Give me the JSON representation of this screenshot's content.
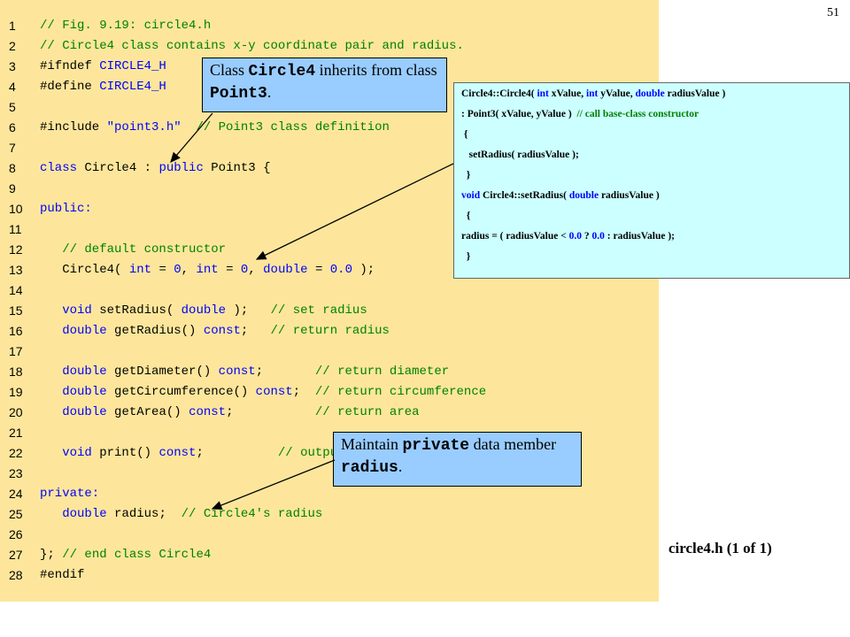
{
  "slide_number": "51",
  "file_label": "circle4.h  (1 of 1)",
  "code_lines": [
    {
      "n": "1",
      "parts": [
        {
          "t": "// Fig. 9.19: circle4.h",
          "c": "cm"
        }
      ]
    },
    {
      "n": "2",
      "parts": [
        {
          "t": "// Circle4 class contains x-y coordinate pair and radius.",
          "c": "cm"
        }
      ]
    },
    {
      "n": "3",
      "parts": [
        {
          "t": "#ifndef ",
          "c": "pp"
        },
        {
          "t": "CIRCLE4_H",
          "c": "kw"
        }
      ]
    },
    {
      "n": "4",
      "parts": [
        {
          "t": "#define ",
          "c": "pp"
        },
        {
          "t": "CIRCLE4_H",
          "c": "kw"
        }
      ]
    },
    {
      "n": "5",
      "parts": []
    },
    {
      "n": "6",
      "parts": [
        {
          "t": "#include ",
          "c": "pp"
        },
        {
          "t": "\"point3.h\"",
          "c": "str"
        },
        {
          "t": "  ",
          "c": "pp"
        },
        {
          "t": "// Point3 class definition",
          "c": "cm"
        }
      ]
    },
    {
      "n": "7",
      "parts": []
    },
    {
      "n": "8",
      "parts": [
        {
          "t": "class ",
          "c": "kw"
        },
        {
          "t": "Circle4 : ",
          "c": "pp"
        },
        {
          "t": "public",
          "c": "kw"
        },
        {
          "t": " Point3 {",
          "c": "pp"
        }
      ]
    },
    {
      "n": "9",
      "parts": []
    },
    {
      "n": "10",
      "parts": [
        {
          "t": "public:",
          "c": "kw"
        }
      ]
    },
    {
      "n": "11",
      "parts": []
    },
    {
      "n": "12",
      "parts": [
        {
          "t": "   // default constructor",
          "c": "cm"
        }
      ]
    },
    {
      "n": "13",
      "parts": [
        {
          "t": "   Circle4( ",
          "c": "pp"
        },
        {
          "t": "int",
          "c": "kw"
        },
        {
          "t": " = ",
          "c": "pp"
        },
        {
          "t": "0",
          "c": "kw"
        },
        {
          "t": ", ",
          "c": "pp"
        },
        {
          "t": "int",
          "c": "kw"
        },
        {
          "t": " = ",
          "c": "pp"
        },
        {
          "t": "0",
          "c": "kw"
        },
        {
          "t": ", ",
          "c": "pp"
        },
        {
          "t": "double",
          "c": "kw"
        },
        {
          "t": " = ",
          "c": "pp"
        },
        {
          "t": "0.0",
          "c": "kw"
        },
        {
          "t": " );",
          "c": "pp"
        }
      ]
    },
    {
      "n": "14",
      "parts": []
    },
    {
      "n": "15",
      "parts": [
        {
          "t": "   ",
          "c": "pp"
        },
        {
          "t": "void",
          "c": "kw"
        },
        {
          "t": " setRadius( ",
          "c": "pp"
        },
        {
          "t": "double",
          "c": "kw"
        },
        {
          "t": " );   ",
          "c": "pp"
        },
        {
          "t": "// set radius",
          "c": "cm"
        }
      ]
    },
    {
      "n": "16",
      "parts": [
        {
          "t": "   ",
          "c": "pp"
        },
        {
          "t": "double",
          "c": "kw"
        },
        {
          "t": " getRadius() ",
          "c": "pp"
        },
        {
          "t": "const",
          "c": "kw"
        },
        {
          "t": ";   ",
          "c": "pp"
        },
        {
          "t": "// return radius",
          "c": "cm"
        }
      ]
    },
    {
      "n": "17",
      "parts": []
    },
    {
      "n": "18",
      "parts": [
        {
          "t": "   ",
          "c": "pp"
        },
        {
          "t": "double",
          "c": "kw"
        },
        {
          "t": " getDiameter() ",
          "c": "pp"
        },
        {
          "t": "const",
          "c": "kw"
        },
        {
          "t": ";       ",
          "c": "pp"
        },
        {
          "t": "// return diameter",
          "c": "cm"
        }
      ]
    },
    {
      "n": "19",
      "parts": [
        {
          "t": "   ",
          "c": "pp"
        },
        {
          "t": "double",
          "c": "kw"
        },
        {
          "t": " getCircumference() ",
          "c": "pp"
        },
        {
          "t": "const",
          "c": "kw"
        },
        {
          "t": ";  ",
          "c": "pp"
        },
        {
          "t": "// return circumference",
          "c": "cm"
        }
      ]
    },
    {
      "n": "20",
      "parts": [
        {
          "t": "   ",
          "c": "pp"
        },
        {
          "t": "double",
          "c": "kw"
        },
        {
          "t": " getArea() ",
          "c": "pp"
        },
        {
          "t": "const",
          "c": "kw"
        },
        {
          "t": ";           ",
          "c": "pp"
        },
        {
          "t": "// return area",
          "c": "cm"
        }
      ]
    },
    {
      "n": "21",
      "parts": []
    },
    {
      "n": "22",
      "parts": [
        {
          "t": "   ",
          "c": "pp"
        },
        {
          "t": "void",
          "c": "kw"
        },
        {
          "t": " print() ",
          "c": "pp"
        },
        {
          "t": "const",
          "c": "kw"
        },
        {
          "t": ";          ",
          "c": "pp"
        },
        {
          "t": "// output Circle4 object",
          "c": "cm"
        }
      ]
    },
    {
      "n": "23",
      "parts": []
    },
    {
      "n": "24",
      "parts": [
        {
          "t": "private:",
          "c": "kw"
        }
      ]
    },
    {
      "n": "25",
      "parts": [
        {
          "t": "   ",
          "c": "pp"
        },
        {
          "t": "double",
          "c": "kw"
        },
        {
          "t": " radius;  ",
          "c": "pp"
        },
        {
          "t": "// Circle4's radius",
          "c": "cm"
        }
      ]
    },
    {
      "n": "26",
      "parts": []
    },
    {
      "n": "27",
      "parts": [
        {
          "t": "}; ",
          "c": "pp"
        },
        {
          "t": "// end class Circle4",
          "c": "cm"
        }
      ]
    },
    {
      "n": "28",
      "parts": [
        {
          "t": "#endif",
          "c": "pp"
        }
      ]
    }
  ],
  "callout_inherits": {
    "pre": "Class ",
    "code1": "Circle4",
    "mid": " inherits from class ",
    "code2": "Point3",
    "post": "."
  },
  "callout_private": {
    "pre": "Maintain ",
    "code1": "private",
    "mid": " data member ",
    "code2": "radius",
    "post": "."
  },
  "ctor_box_lines": [
    [
      {
        "t": "Circle4::Circle4( ",
        "c": ""
      },
      {
        "t": "int",
        "c": "kw2"
      },
      {
        "t": " xValue, ",
        "c": ""
      },
      {
        "t": "int",
        "c": "kw2"
      },
      {
        "t": " yValue, ",
        "c": ""
      },
      {
        "t": "double",
        "c": "kw2"
      },
      {
        "t": " radiusValue )",
        "c": ""
      }
    ],
    [
      {
        "t": ": Point3( xValue, yValue )  ",
        "c": ""
      },
      {
        "t": "// call base-class constructor",
        "c": "cm2"
      }
    ],
    [
      {
        "t": " {",
        "c": ""
      }
    ],
    [
      {
        "t": "   setRadius( radiusValue );",
        "c": ""
      }
    ],
    [
      {
        "t": "  }",
        "c": ""
      }
    ],
    [
      {
        "t": "void",
        "c": "kw2"
      },
      {
        "t": " Circle4::setRadius( ",
        "c": ""
      },
      {
        "t": "double",
        "c": "kw2"
      },
      {
        "t": " radiusValue )",
        "c": ""
      }
    ],
    [
      {
        "t": "  {",
        "c": ""
      }
    ],
    [
      {
        "t": "radius = ( radiusValue < ",
        "c": ""
      },
      {
        "t": "0.0",
        "c": "kw2"
      },
      {
        "t": " ? ",
        "c": ""
      },
      {
        "t": "0.0",
        "c": "kw2"
      },
      {
        "t": " : radiusValue );",
        "c": ""
      }
    ],
    [
      {
        "t": "  }",
        "c": ""
      }
    ]
  ]
}
